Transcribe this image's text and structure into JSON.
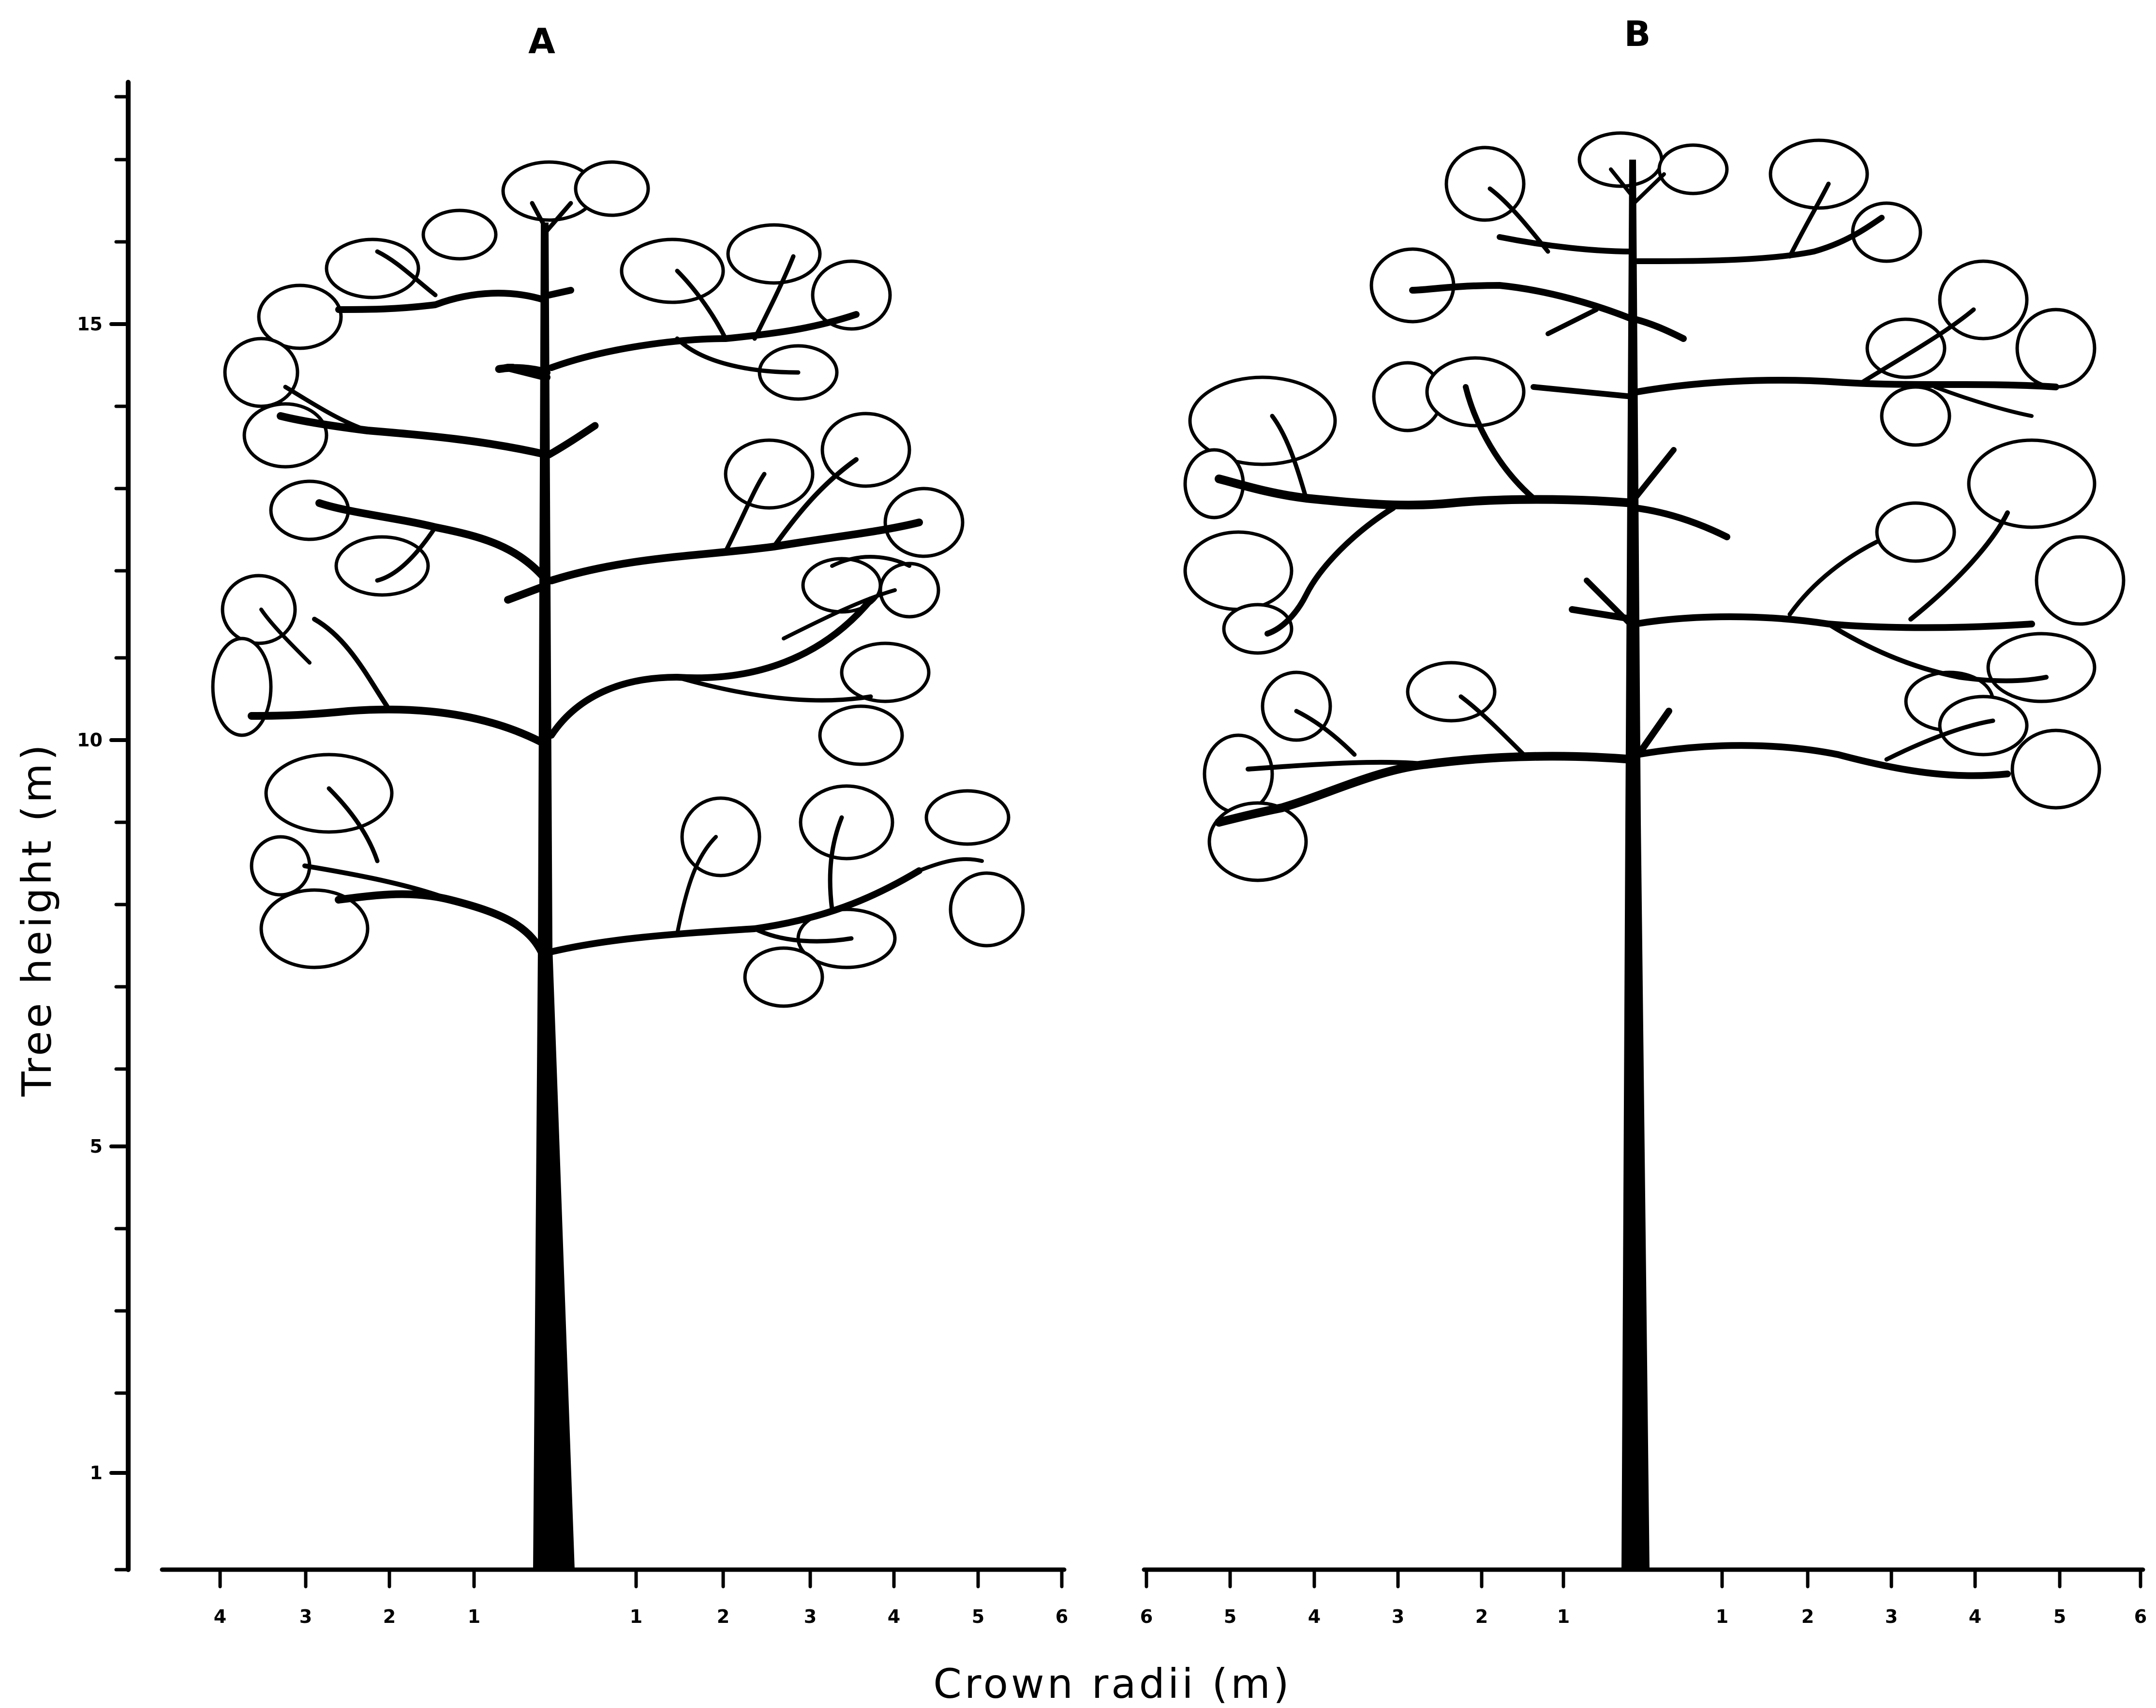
{
  "panels": [
    {
      "letter": "A",
      "x_ticks_left": [
        "4",
        "3",
        "2",
        "1"
      ],
      "x_ticks_right": [
        "1",
        "2",
        "3",
        "4",
        "5",
        "6"
      ]
    },
    {
      "letter": "B",
      "x_ticks_left": [
        "6",
        "5",
        "4",
        "3",
        "2",
        "1"
      ],
      "x_ticks_right": [
        "1",
        "2",
        "3",
        "4",
        "5",
        "6"
      ]
    }
  ],
  "y_axis": {
    "label": "Tree height (m)",
    "ticks": [
      "15",
      "10",
      "5",
      "1"
    ]
  },
  "x_axis": {
    "label": "Crown radii (m)"
  }
}
